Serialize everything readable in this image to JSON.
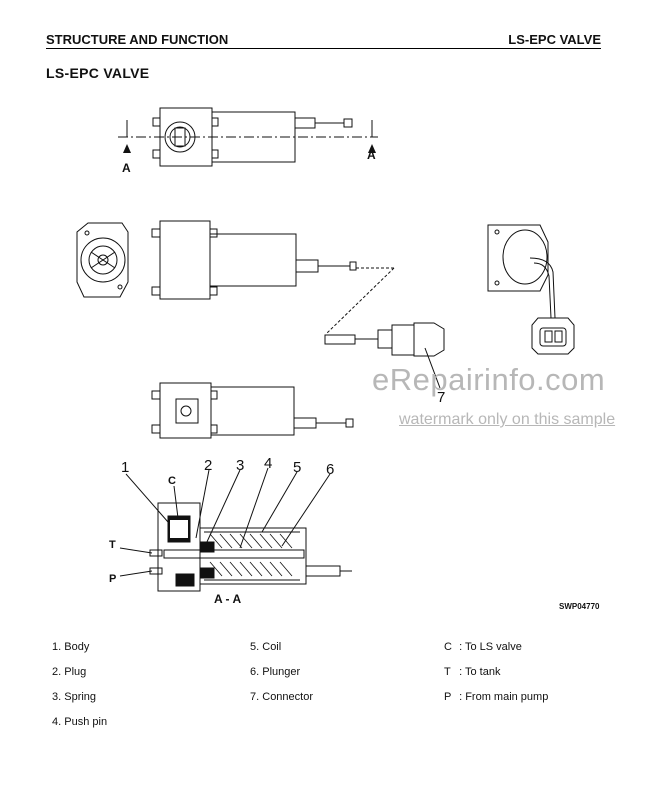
{
  "header": {
    "left": "STRUCTURE AND FUNCTION",
    "right": "LS-EPC VALVE"
  },
  "title": "LS-EPC VALVE",
  "drawing": {
    "section_marker": "A",
    "section_label": "A - A",
    "callouts": [
      "1",
      "2",
      "3",
      "4",
      "5",
      "6",
      "7"
    ],
    "port_labels": [
      "C",
      "T",
      "P"
    ],
    "code": "SWP04770"
  },
  "watermark": {
    "main": "eRepairinfo.com",
    "sub": "watermark only on this sample"
  },
  "legend": {
    "parts": [
      {
        "num": "1.",
        "label": "Body"
      },
      {
        "num": "2.",
        "label": "Plug"
      },
      {
        "num": "3.",
        "label": "Spring"
      },
      {
        "num": "4.",
        "label": "Push pin"
      },
      {
        "num": "5.",
        "label": "Coil"
      },
      {
        "num": "6.",
        "label": "Plunger"
      },
      {
        "num": "7.",
        "label": "Connector"
      }
    ],
    "ports": [
      {
        "key": "C",
        "sep": ":",
        "label": "To LS valve"
      },
      {
        "key": "T",
        "sep": ":",
        "label": "To tank"
      },
      {
        "key": "P",
        "sep": ":",
        "label": "From main pump"
      }
    ]
  }
}
